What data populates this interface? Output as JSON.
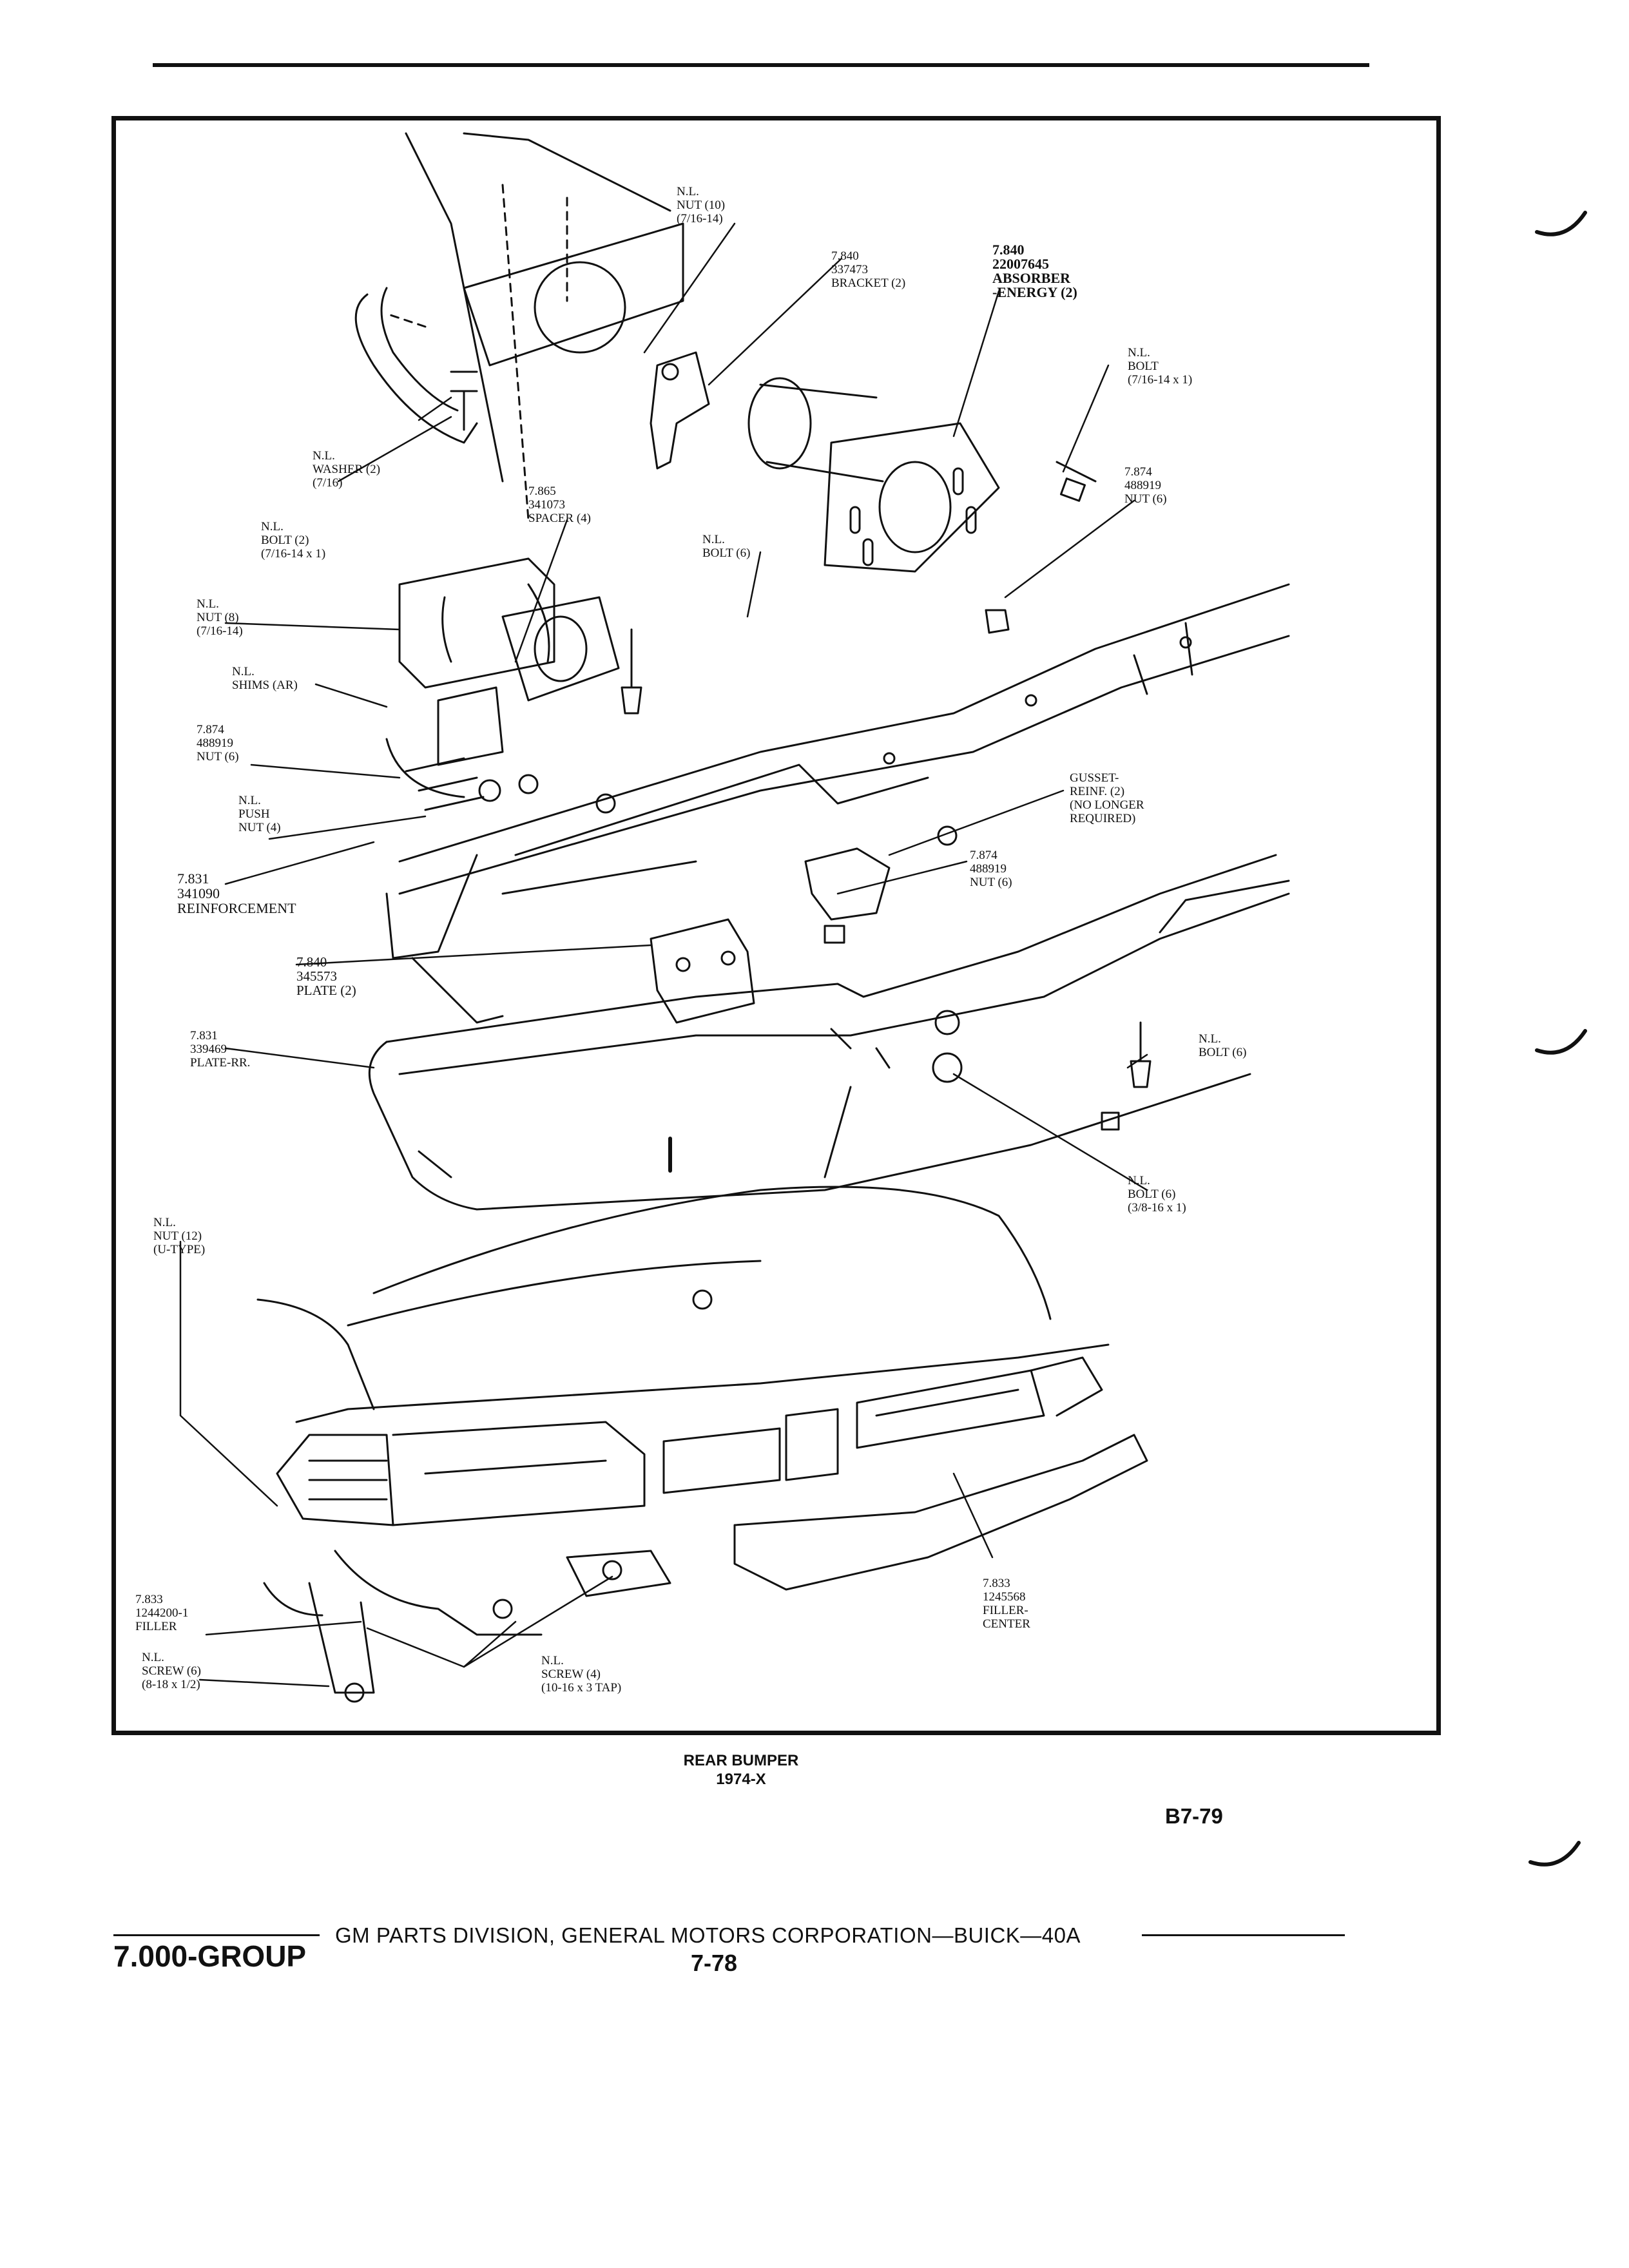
{
  "diagram": {
    "caption_line1": "REAR BUMPER",
    "caption_line2": "1974-X",
    "page_ref": "B7-79",
    "callouts": [
      {
        "lines": [
          "N.L.",
          "NUT (10)",
          "(7/16-14)"
        ]
      },
      {
        "lines": [
          "7.840",
          "337473",
          "BRACKET (2)"
        ]
      },
      {
        "lines": [
          "7.840",
          "22007645",
          "ABSORBER",
          "-ENERGY (2)"
        ]
      },
      {
        "lines": [
          "N.L.",
          "BOLT",
          "(7/16-14 x 1)"
        ]
      },
      {
        "lines": [
          "N.L.",
          "WASHER (2)",
          "(7/16)"
        ]
      },
      {
        "lines": [
          "7.865",
          "341073",
          "SPACER (4)"
        ]
      },
      {
        "lines": [
          "N.L.",
          "BOLT (2)",
          "(7/16-14 x 1)"
        ]
      },
      {
        "lines": [
          "7.874",
          "488919",
          "NUT (6)"
        ]
      },
      {
        "lines": [
          "N.L.",
          "BOLT (6)"
        ]
      },
      {
        "lines": [
          "N.L.",
          "NUT (8)",
          "(7/16-14)"
        ]
      },
      {
        "lines": [
          "N.L.",
          "SHIMS (AR)"
        ]
      },
      {
        "lines": [
          "7.874",
          "488919",
          "NUT (6)"
        ]
      },
      {
        "lines": [
          "N.L.",
          "PUSH",
          "NUT (4)"
        ]
      },
      {
        "lines": [
          "GUSSET-",
          "REINF. (2)",
          "(NO LONGER",
          "REQUIRED)"
        ]
      },
      {
        "lines": [
          "7.874",
          "488919",
          "NUT (6)"
        ]
      },
      {
        "lines": [
          "7.831",
          "341090",
          "REINFORCEMENT"
        ]
      },
      {
        "lines": [
          "7.840",
          "345573",
          "PLATE (2)"
        ]
      },
      {
        "lines": [
          "7.831",
          "339469",
          "PLATE-RR."
        ]
      },
      {
        "lines": [
          "N.L.",
          "BOLT (6)"
        ]
      },
      {
        "lines": [
          "N.L.",
          "BOLT (6)",
          "(3/8-16 x 1)"
        ]
      },
      {
        "lines": [
          "N.L.",
          "NUT (12)",
          "(U-TYPE)"
        ]
      },
      {
        "lines": [
          "7.833",
          "1245568",
          "FILLER-",
          "CENTER"
        ]
      },
      {
        "lines": [
          "7.833",
          "1244200-1",
          "FILLER"
        ]
      },
      {
        "lines": [
          "N.L.",
          "SCREW (6)",
          "(8-18 x 1/2)"
        ]
      },
      {
        "lines": [
          "N.L.",
          "SCREW (4)",
          "(10-16 x 3 TAP)"
        ]
      }
    ]
  },
  "footer": {
    "group": "7.000-GROUP",
    "publisher": "GM PARTS DIVISION, GENERAL MOTORS CORPORATION—BUICK—40A",
    "page_number": "7-78"
  }
}
